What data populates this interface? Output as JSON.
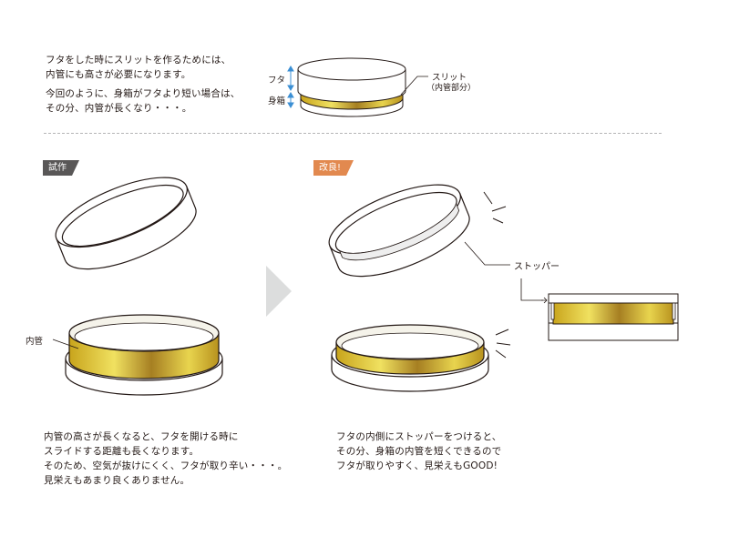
{
  "intro": {
    "line1": "フタをした時にスリットを作るためには、",
    "line2": "内管にも高さが必要になります。",
    "line3": "今回のように、身箱がフタより短い場合は、",
    "line4": "その分、内管が長くなり・・・。"
  },
  "top_diagram": {
    "lid_label": "フタ",
    "body_label": "身箱",
    "slit_label": "スリット",
    "slit_sub": "（内管部分）"
  },
  "left": {
    "tag": "試作",
    "inner_tube_label": "内管",
    "caption": {
      "line1": "内管の高さが長くなると、フタを開ける時に",
      "line2": "スライドする距離も長くなります。",
      "line3": "そのため、空気が抜けにくく、フタが取り辛い・・・。",
      "line4": "見栄えもあまり良くありません。"
    }
  },
  "right": {
    "tag": "改良!",
    "stopper_label": "ストッパー",
    "caption": {
      "line1": "フタの内側にストッパーをつけると、",
      "line2": "その分、身箱の内管を短くできるので",
      "line3": "フタが取りやすく、見栄えもGOOD!"
    }
  },
  "colors": {
    "gold": "#d8c03a",
    "tag_gray": "#595757",
    "tag_orange": "#e2894f",
    "arrow_blue": "#3b8fd4",
    "big_arrow": "#dcdddd"
  }
}
